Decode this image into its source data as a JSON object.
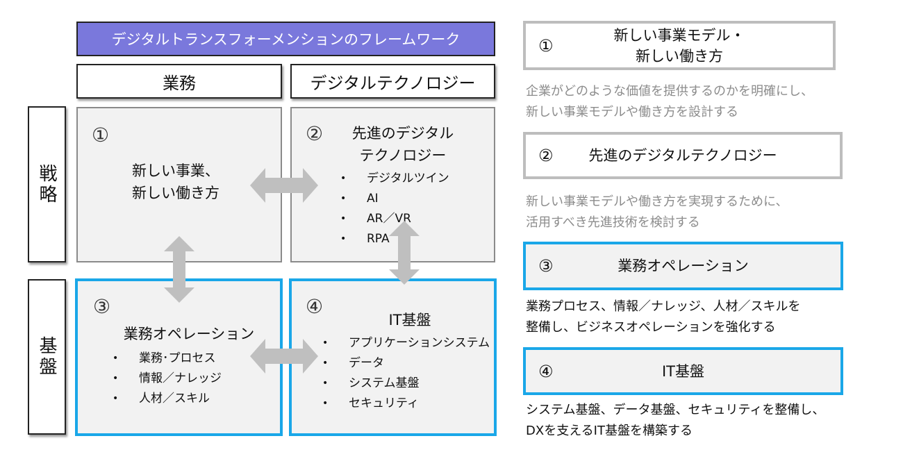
{
  "title": "デジタルトランスフォーメンションのフレームワーク",
  "columns": [
    "業務",
    "デジタルテクノロジー"
  ],
  "rows": [
    "戦略",
    "基盤"
  ],
  "quadrants": [
    {
      "num": "①",
      "title_lines": [
        "新しい事業、",
        "新しい働き方"
      ],
      "items": []
    },
    {
      "num": "②",
      "title_lines": [
        "先進のデジタル",
        "テクノロジー"
      ],
      "items": [
        "デジタルツイン",
        "AI",
        "AR／VR",
        "RPA"
      ]
    },
    {
      "num": "③",
      "title_lines": [
        "業務オペレーション"
      ],
      "items": [
        "業務･プロセス",
        "情報／ナレッジ",
        "人材／スキル"
      ]
    },
    {
      "num": "④",
      "title_lines": [
        "IT基盤"
      ],
      "items": [
        "アプリケーションシステム",
        "データ",
        "システム基盤",
        "セキュリティ"
      ]
    }
  ],
  "legend": [
    {
      "num": "①",
      "label_lines": [
        "新しい事業モデル・",
        "新しい働き方"
      ],
      "desc_lines": [
        "企業がどのような価値を提供するのかを明確にし、",
        "新しい事業モデルや働き方を設計する"
      ]
    },
    {
      "num": "②",
      "label_lines": [
        "先進のデジタルテクノロジー"
      ],
      "desc_lines": [
        "新しい事業モデルや働き方を実現するために、",
        "活用すべき先進技術を検討する"
      ]
    },
    {
      "num": "③",
      "label_lines": [
        "業務オペレーション"
      ],
      "desc_lines": [
        "業務プロセス、情報／ナレッジ、人材／スキルを",
        "整備し、ビジネスオペレーションを強化する"
      ]
    },
    {
      "num": "④",
      "label_lines": [
        "IT基盤"
      ],
      "desc_lines": [
        "システム基盤、データ基盤、セキュリティを整備し、",
        "DXを支えるIT基盤を構築する"
      ]
    }
  ],
  "colors": {
    "title_bg": "#7a78dc",
    "accent_blue": "#1aa7e8",
    "arrow": "#bfbfbf",
    "box_bg": "#f2f2f2"
  }
}
